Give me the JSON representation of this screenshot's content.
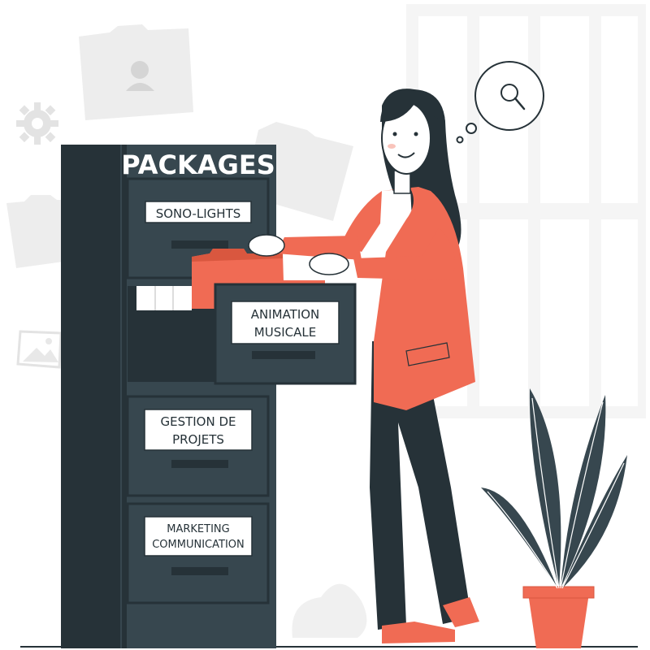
{
  "cabinet": {
    "title": "PACKAGES",
    "drawers": [
      {
        "line1": "SONO-LIGHTS"
      },
      {
        "line1": "ANIMATION",
        "line2": "MUSICALE"
      },
      {
        "line1": "GESTION DE",
        "line2": "PROJETS"
      },
      {
        "line1": "MARKETING",
        "line2": "COMMUNICATION"
      }
    ]
  },
  "colors": {
    "cabinet_dark": "#263238",
    "cabinet_face": "#37474f",
    "accent": "#f06b54",
    "background_shapes": "#f2f2f2",
    "label_bg": "#ffffff"
  },
  "icons": [
    "gear-icon",
    "folder-icon",
    "image-icon",
    "search-icon",
    "user-icon"
  ]
}
